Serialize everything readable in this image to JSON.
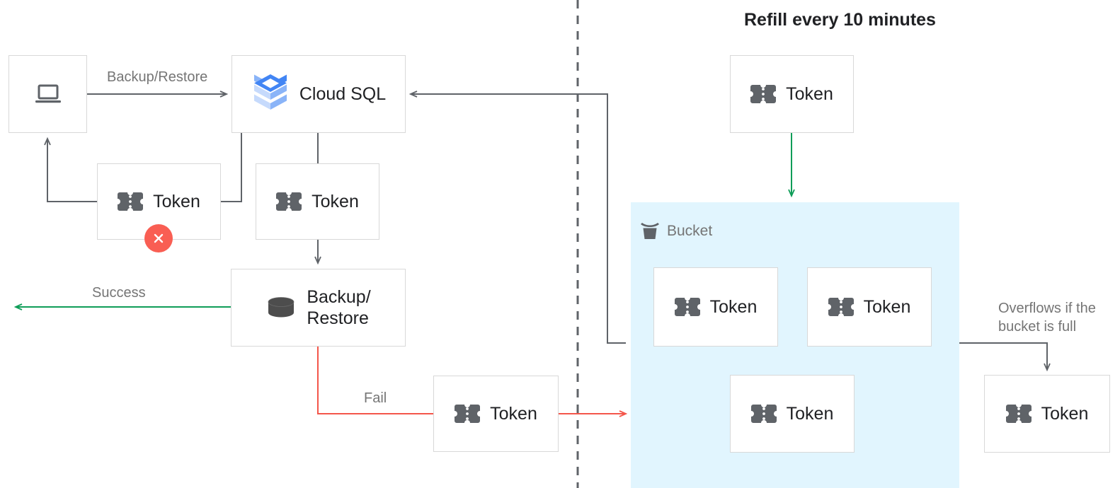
{
  "title": "Refill every 10 minutes",
  "colors": {
    "bucket_bg": "#e1f5fe",
    "node_border": "#d8d8d8",
    "arrow_gray": "#5f6368",
    "arrow_green": "#0f9d58",
    "arrow_red": "#f4564a",
    "badge_red": "#f95e53",
    "icon_gray": "#5f6368",
    "label_gray": "#757575",
    "text_dark": "#202124",
    "cloudsql_blue_dark": "#4285f4",
    "cloudsql_blue_mid": "#8ab4f8",
    "cloudsql_blue_light": "#c6dafc"
  },
  "nodes": {
    "client": {
      "label": "",
      "icon": "laptop-icon"
    },
    "cloud_sql": {
      "label": "Cloud SQL",
      "icon": "cloud-sql-icon"
    },
    "token_client": {
      "label": "Token",
      "icon": "token-icon",
      "badge": "error-x-badge"
    },
    "token_cloud_sql": {
      "label": "Token",
      "icon": "token-icon"
    },
    "backup_restore": {
      "label": "Backup/\nRestore",
      "icon": "database-icon"
    },
    "token_fail": {
      "label": "Token",
      "icon": "token-icon"
    },
    "token_refill": {
      "label": "Token",
      "icon": "token-icon"
    },
    "token_bucket_1": {
      "label": "Token",
      "icon": "token-icon"
    },
    "token_bucket_2": {
      "label": "Token",
      "icon": "token-icon"
    },
    "token_bucket_3": {
      "label": "Token",
      "icon": "token-icon"
    },
    "token_overflow": {
      "label": "Token",
      "icon": "token-icon"
    }
  },
  "bucket": {
    "label": "Bucket",
    "icon": "bucket-icon"
  },
  "edge_labels": {
    "backup_restore": "Backup/Restore",
    "success": "Success",
    "fail": "Fail",
    "overflow": "Overflows if the\nbucket is full"
  },
  "divider": {
    "name": "vertical-dashed-divider"
  }
}
